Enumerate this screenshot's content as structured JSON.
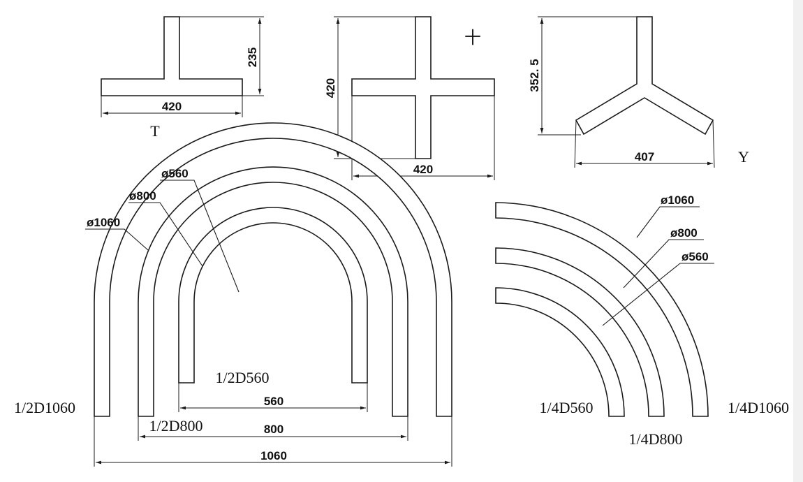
{
  "fittings": {
    "tee": {
      "width": "420",
      "height": "235",
      "name": "T"
    },
    "cross": {
      "width": "420",
      "height": "420",
      "name": "十"
    },
    "wye": {
      "width": "407",
      "height": "352. 5",
      "name": "Y"
    }
  },
  "half_bends": {
    "labels": {
      "small": "1/2D560",
      "medium": "1/2D800",
      "large": "1/2D1060"
    },
    "diameters": {
      "small": "ø560",
      "medium": "ø800",
      "large": "ø1060"
    },
    "widths": {
      "small": "560",
      "medium": "800",
      "large": "1060"
    }
  },
  "quarter_bends": {
    "labels": {
      "small": "1/4D560",
      "medium": "1/4D800",
      "large": "1/4D1060"
    },
    "diameters": {
      "small": "ø560",
      "medium": "ø800",
      "large": "ø1060"
    }
  },
  "colors": {
    "line": "#1a1a1a",
    "background": "#ffffff",
    "scrollbar": "#f1f1f1"
  }
}
